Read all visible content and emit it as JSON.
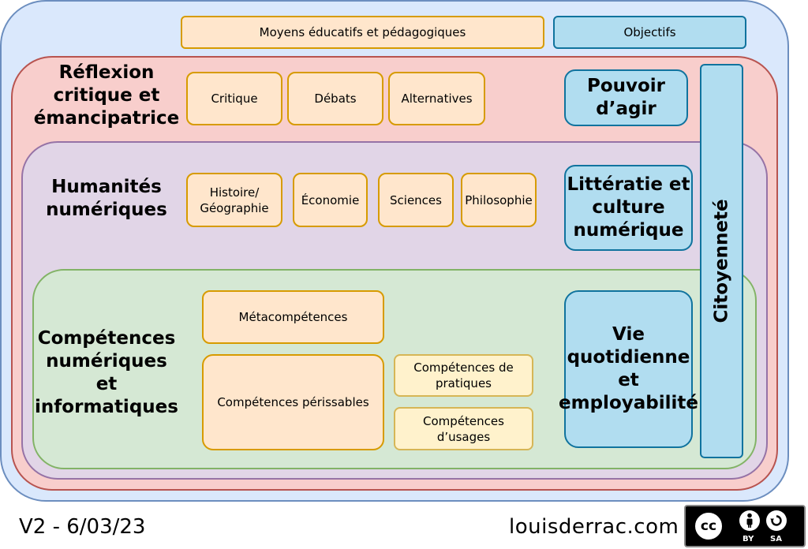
{
  "header": {
    "means_label": "Moyens éducatifs et pédagogiques",
    "objectives_label": "Objectifs"
  },
  "sections": {
    "reflexion": {
      "title": "Réflexion critique et émancipatrice",
      "items": [
        "Critique",
        "Débats",
        "Alternatives"
      ],
      "goal": "Pouvoir d’agir"
    },
    "humanites": {
      "title": "Humanités numériques",
      "items": [
        "Histoire/ Géographie",
        "Économie",
        "Sciences",
        "Philosophie"
      ],
      "goal": "Littératie et culture numérique"
    },
    "competences": {
      "title": "Compétences numériques et informatiques",
      "meta": "Métacompétences",
      "perissables": "Compétences périssables",
      "pratiques": "Compétences de pratiques",
      "usages": "Compétences d’usages",
      "goal": "Vie quotidienne et employabilité"
    }
  },
  "citizenship": "Citoyenneté",
  "footer": {
    "version": "V2 - 6/03/23",
    "site": "louisderrac.com",
    "license": {
      "cc": "cc",
      "by": "BY",
      "sa": "SA"
    }
  },
  "colors": {
    "outer": "#dae8fc",
    "reflexion": "#f8cecc",
    "humanites": "#e1d5e7",
    "competences": "#d5e8d4",
    "means_box": "#ffe6cc",
    "objective_box": "#b1ddf0",
    "sub_box": "#fff2cc"
  }
}
